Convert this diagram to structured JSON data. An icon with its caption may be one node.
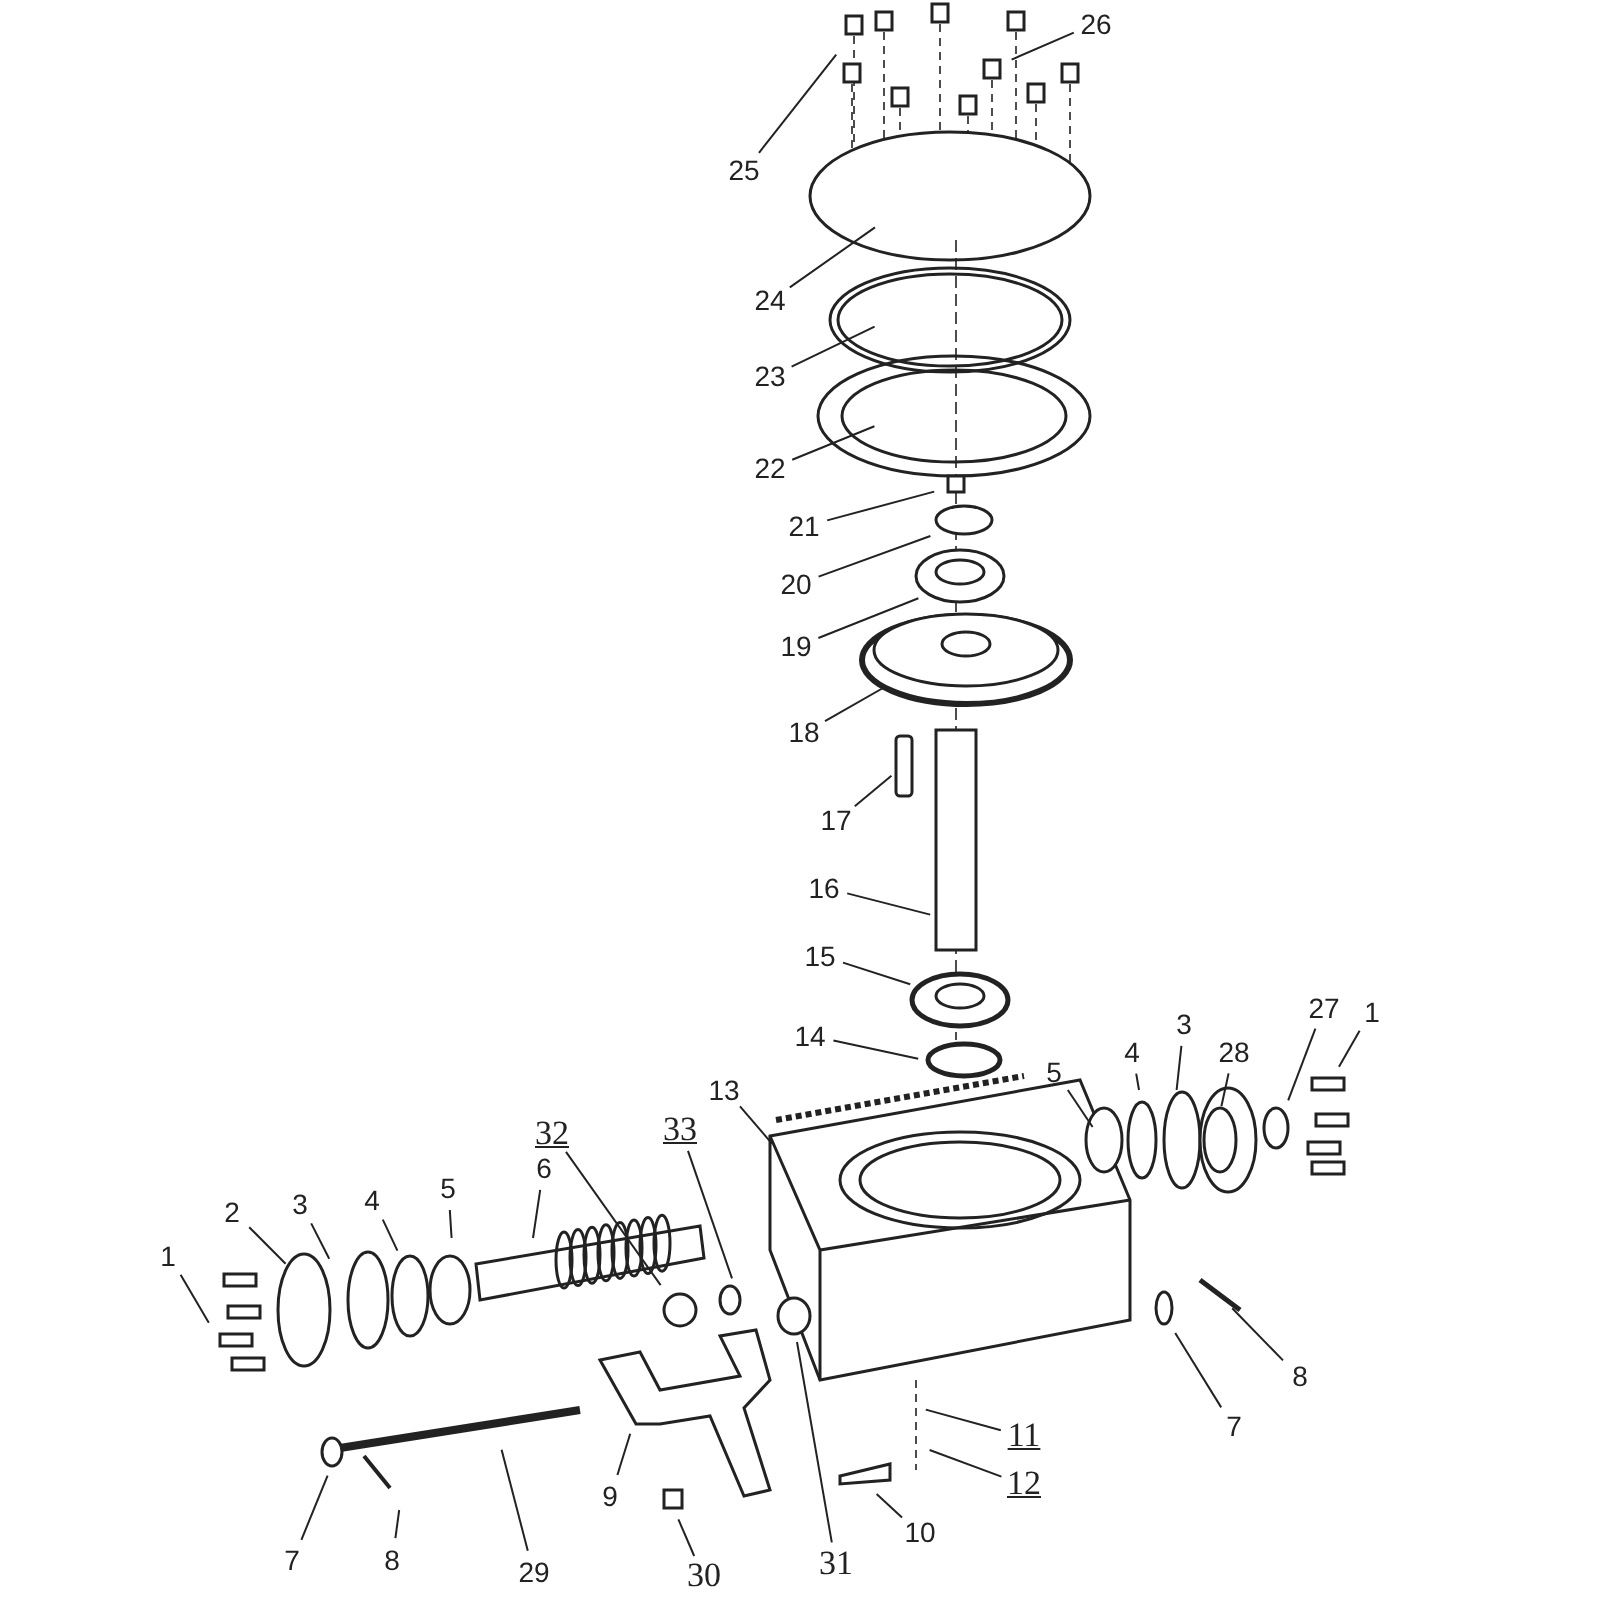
{
  "diagram": {
    "nodes": [
      {
        "text": [
          "25"
        ]
      },
      {
        "text": [
          "26"
        ]
      },
      {
        "text": [
          "24"
        ]
      },
      {
        "text": [
          "23"
        ]
      },
      {
        "text": [
          "22"
        ]
      },
      {
        "text": [
          "21"
        ]
      },
      {
        "text": [
          "20"
        ]
      },
      {
        "text": [
          "19"
        ]
      },
      {
        "text": [
          "18"
        ]
      },
      {
        "text": [
          "17"
        ]
      },
      {
        "text": [
          "16"
        ]
      },
      {
        "text": [
          "15"
        ]
      },
      {
        "text": [
          "14"
        ]
      },
      {
        "text": [
          "13"
        ]
      },
      {
        "text": [
          "28"
        ]
      },
      {
        "text": [
          "27"
        ]
      },
      {
        "text": [
          "1"
        ]
      },
      {
        "text": [
          "3"
        ]
      },
      {
        "text": [
          "4"
        ]
      },
      {
        "text": [
          "5"
        ]
      },
      {
        "text": [
          "2"
        ]
      },
      {
        "text": [
          "3"
        ]
      },
      {
        "text": [
          "4"
        ]
      },
      {
        "text": [
          "5"
        ]
      },
      {
        "text": [
          "1"
        ]
      },
      {
        "text": [
          "6"
        ]
      },
      {
        "text": [
          "32"
        ]
      },
      {
        "text": [
          "33"
        ]
      },
      {
        "text": [
          "7"
        ]
      },
      {
        "text": [
          "8"
        ]
      },
      {
        "text": [
          "11"
        ]
      },
      {
        "text": [
          "12"
        ]
      },
      {
        "text": [
          "9"
        ]
      },
      {
        "text": [
          "10"
        ]
      },
      {
        "text": [
          "31"
        ]
      },
      {
        "text": [
          "30"
        ]
      },
      {
        "text": [
          "29"
        ]
      },
      {
        "text": [
          "8"
        ]
      },
      {
        "text": [
          "7"
        ]
      }
    ],
    "edges": [
      {
        "from": 0,
        "to": null,
        "arrow": "none"
      },
      {
        "from": 1,
        "to": null,
        "arrow": "none"
      },
      {
        "from": 2,
        "to": null,
        "arrow": "none"
      },
      {
        "from": 3,
        "to": null,
        "arrow": "none"
      },
      {
        "from": 4,
        "to": null,
        "arrow": "none"
      },
      {
        "from": 5,
        "to": null,
        "arrow": "none"
      },
      {
        "from": 6,
        "to": null,
        "arrow": "none"
      },
      {
        "from": 7,
        "to": null,
        "arrow": "none"
      },
      {
        "from": 8,
        "to": null,
        "arrow": "none"
      },
      {
        "from": 9,
        "to": null,
        "arrow": "none"
      },
      {
        "from": 10,
        "to": null,
        "arrow": "none"
      },
      {
        "from": 11,
        "to": null,
        "arrow": "none"
      },
      {
        "from": 12,
        "to": null,
        "arrow": "none"
      },
      {
        "from": 13,
        "to": null,
        "arrow": "none"
      },
      {
        "from": 14,
        "to": null,
        "arrow": "none"
      },
      {
        "from": 15,
        "to": null,
        "arrow": "none"
      },
      {
        "from": 16,
        "to": null,
        "arrow": "none"
      },
      {
        "from": 17,
        "to": null,
        "arrow": "none"
      },
      {
        "from": 18,
        "to": null,
        "arrow": "none"
      },
      {
        "from": 19,
        "to": null,
        "arrow": "none"
      },
      {
        "from": 20,
        "to": null,
        "arrow": "none"
      },
      {
        "from": 21,
        "to": null,
        "arrow": "none"
      },
      {
        "from": 22,
        "to": null,
        "arrow": "none"
      },
      {
        "from": 23,
        "to": null,
        "arrow": "none"
      },
      {
        "from": 24,
        "to": null,
        "arrow": "none"
      },
      {
        "from": 25,
        "to": null,
        "arrow": "none"
      },
      {
        "from": 26,
        "to": null,
        "arrow": "none"
      },
      {
        "from": 27,
        "to": null,
        "arrow": "none"
      },
      {
        "from": 28,
        "to": null,
        "arrow": "none"
      },
      {
        "from": 29,
        "to": null,
        "arrow": "none"
      },
      {
        "from": 30,
        "to": null,
        "arrow": "none"
      },
      {
        "from": 31,
        "to": null,
        "arrow": "none"
      },
      {
        "from": 32,
        "to": null,
        "arrow": "none"
      },
      {
        "from": 33,
        "to": null,
        "arrow": "none"
      },
      {
        "from": 34,
        "to": null,
        "arrow": "none"
      },
      {
        "from": 35,
        "to": null,
        "arrow": "none"
      },
      {
        "from": 36,
        "to": null,
        "arrow": "none"
      },
      {
        "from": 37,
        "to": null,
        "arrow": "none"
      },
      {
        "from": 38,
        "to": null,
        "arrow": "none"
      }
    ]
  }
}
